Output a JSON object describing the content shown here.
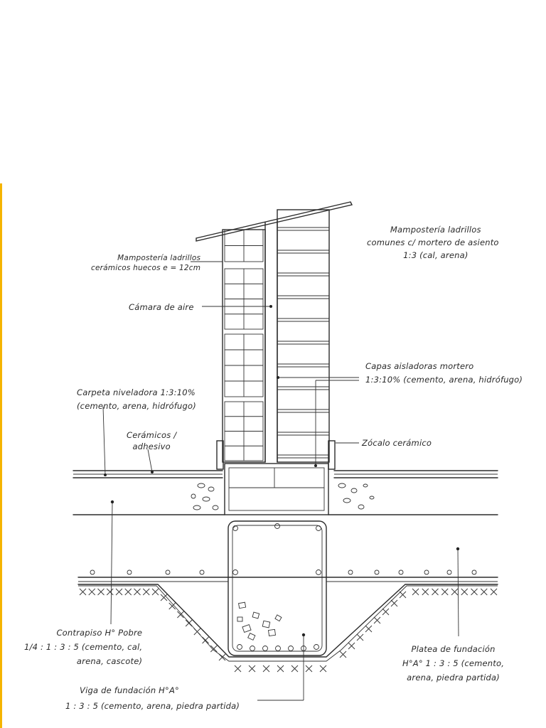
{
  "colors": {
    "ink": "#2b2b2b",
    "paper": "#ffffff",
    "edge": "#f5b400"
  },
  "labels": {
    "mamposteria_huecos": [
      "Mampostería ladrillos",
      "cerámicos huecos e = 12cm"
    ],
    "mamposteria_comunes": [
      "Mampostería ladrillos",
      "comunes c/ mortero de asiento",
      "1:3 (cal, arena)"
    ],
    "camara_aire": "Cámara de aire",
    "capas_aisladoras": [
      "Capas aisladoras mortero",
      "1:3:10% (cemento, arena, hidrófugo)"
    ],
    "carpeta_niveladora": [
      "Carpeta niveladora 1:3:10%",
      "(cemento, arena, hidrófugo)"
    ],
    "ceramicos": [
      "Cerámicos /",
      "adhesivo"
    ],
    "zocalo": "Zócalo cerámico",
    "contrapiso": [
      "Contrapiso H° Pobre",
      "1/4 : 1 : 3 : 5  (cemento, cal,",
      "arena, cascote)"
    ],
    "platea": [
      "Platea de fundación",
      "H°A°  1 : 3 : 5  (cemento,",
      "arena, piedra partida)"
    ],
    "viga": [
      "Viga de fundación  H°A°",
      "1 : 3 : 5 (cemento, arena, piedra partida)"
    ]
  }
}
